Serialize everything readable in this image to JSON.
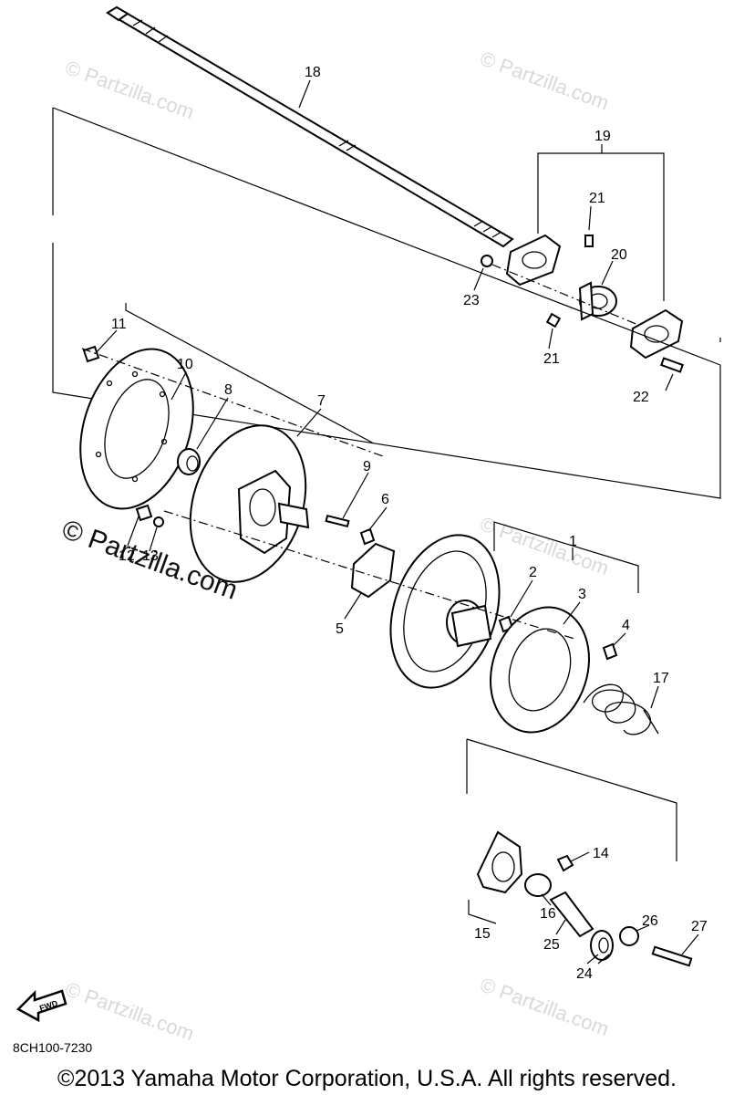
{
  "watermarks": {
    "small": "© Partzilla.com",
    "large": "© Partzilla.com"
  },
  "callouts": {
    "c1": "1",
    "c2": "2",
    "c3": "3",
    "c4": "4",
    "c5": "5",
    "c6": "6",
    "c7": "7",
    "c8": "8",
    "c9": "9",
    "c10": "10",
    "c11": "11",
    "c12": "12",
    "c13": "13",
    "c14": "14",
    "c15": "15",
    "c16": "16",
    "c17": "17",
    "c18": "18",
    "c19": "19",
    "c20": "20",
    "c21a": "21",
    "c21b": "21",
    "c22": "22",
    "c23": "23",
    "c24": "24",
    "c25": "25",
    "c26": "26",
    "c27": "27"
  },
  "fwd_label": "FWD",
  "diagram_code": "8CH100-7230",
  "copyright": "©2013 Yamaha Motor Corporation, U.S.A. All rights reserved."
}
